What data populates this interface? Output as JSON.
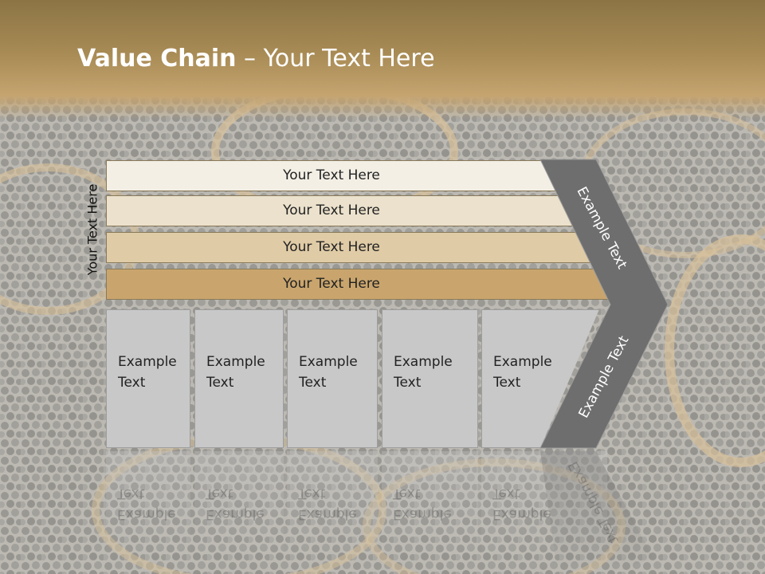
{
  "title": {
    "bold": "Value Chain",
    "rest": " – Your Text Here"
  },
  "side_label": "Your Text Here",
  "bars": [
    {
      "label": "Your Text Here",
      "color": "#f3efe5"
    },
    {
      "label": "Your Text Here",
      "color": "#ebe1cc"
    },
    {
      "label": "Your Text Here",
      "color": "#dfcba6"
    },
    {
      "label": "Your Text Here",
      "color": "#c9a56d"
    }
  ],
  "boxes": [
    {
      "label": "Example\nText"
    },
    {
      "label": "Example\nText"
    },
    {
      "label": "Example\nText"
    },
    {
      "label": "Example\nText"
    },
    {
      "label": "Example\nText"
    }
  ],
  "chevron": {
    "top_label": "Example Text",
    "bottom_label": "Example Text",
    "color": "#6e6e6e"
  }
}
